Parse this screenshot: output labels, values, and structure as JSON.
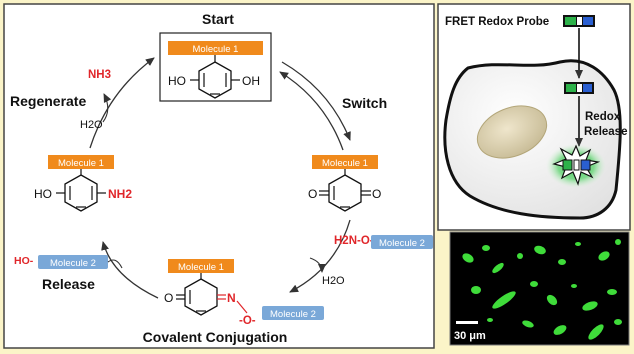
{
  "cycle": {
    "title_start": "Start",
    "title_conjugation": "Covalent Conjugation",
    "step_switch": "Switch",
    "step_regenerate": "Regenerate",
    "step_release": "Release",
    "molecule1": "Molecule 1",
    "molecule2": "Molecule 2",
    "nh3": "NH3",
    "h2o": "H2O",
    "ho": "HO",
    "oh": "OH",
    "nh2": "NH2",
    "o": "O",
    "n": "N",
    "h2n_o": "H2N-O-",
    "ho_dash": "HO-",
    "o_dash": "-O-"
  },
  "probe": {
    "title": "FRET Redox Probe",
    "redox": "Redox",
    "release": "Release",
    "scale_bar": "30 μm"
  },
  "colors": {
    "panel_border": "#444444",
    "molecule1_tag": "#f08a1c",
    "molecule2_tag": "#7aa8d8",
    "reactive_red": "#e0262a",
    "probe_green": "#2db24a",
    "probe_blue": "#2a5fd1",
    "background": "#fbf4c8",
    "micrograph_bg": "#000000"
  }
}
